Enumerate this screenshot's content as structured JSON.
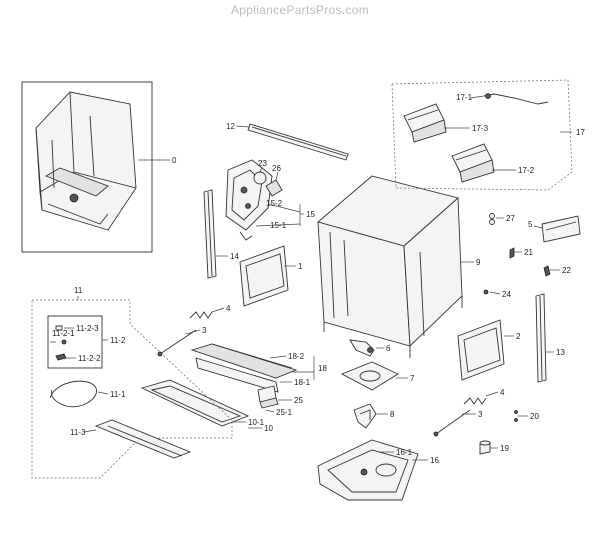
{
  "watermark": "AppliancePartsPros.com",
  "callouts": {
    "c0": "0",
    "c1": "1",
    "c2": "2",
    "c3a": "3",
    "c3b": "3",
    "c4a": "4",
    "c4b": "4",
    "c5": "5",
    "c6": "6",
    "c7": "7",
    "c8": "8",
    "c9": "9",
    "c10": "10",
    "c10_1": "10-1",
    "c11": "11",
    "c11_1": "11-1",
    "c11_2": "11-2",
    "c11_2_1": "11-2-1",
    "c11_2_2": "11-2-2",
    "c11_2_3": "11-2-3",
    "c11_3": "11-3",
    "c12": "12",
    "c13": "13",
    "c14": "14",
    "c15": "15",
    "c15_1": "15-1",
    "c15_2": "15-2",
    "c16": "16",
    "c16_1": "16-1",
    "c17": "17",
    "c17_1": "17-1",
    "c17_2": "17-2",
    "c17_3": "17-3",
    "c18": "18",
    "c18_1": "18-1",
    "c18_2": "18-2",
    "c19": "19",
    "c20": "20",
    "c21": "21",
    "c22": "22",
    "c23": "23",
    "c24": "24",
    "c25": "25",
    "c25_1": "25-1",
    "c26": "26",
    "c27": "27"
  }
}
